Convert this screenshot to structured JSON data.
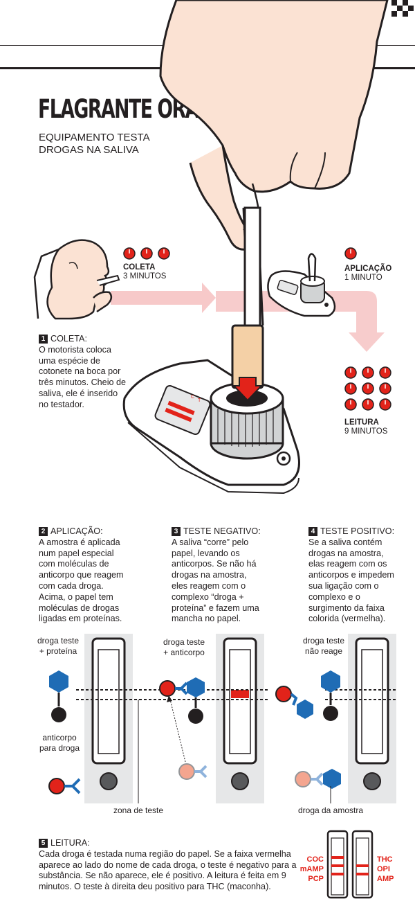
{
  "header": {
    "title": "FLAGRANTE ORAL",
    "subtitle_line1": "EQUIPAMENTO TESTA",
    "subtitle_line2": "DROGAS NA SALIVA"
  },
  "timers": {
    "coleta": {
      "label": "COLETA",
      "duration": "3 MINUTOS",
      "dots": 3
    },
    "aplicacao": {
      "label": "APLICAÇÃO",
      "duration": "1 MINUTO",
      "dots": 1
    },
    "leitura": {
      "label": "LEITURA",
      "duration": "9 MINUTOS",
      "dots": 9
    }
  },
  "steps": [
    {
      "number": "1",
      "heading": "COLETA:",
      "text": "O motorista coloca uma espécie de cotonete na boca por três minutos. Cheio de saliva, ele é inserido no testador."
    },
    {
      "number": "2",
      "heading": "APLICAÇÃO:",
      "text": "A amostra é aplicada num papel especial com moléculas de anticorpo que reagem com cada droga. Acima, o papel tem moléculas de drogas ligadas em proteínas."
    },
    {
      "number": "3",
      "heading": "TESTE NEGATIVO:",
      "text": "A saliva “corre” pelo papel, levando os anticorpos. Se não há drogas na amostra, eles reagem com o complexo “droga + proteína” e fazem uma mancha no papel."
    },
    {
      "number": "4",
      "heading": "TESTE POSITIVO:",
      "text": "Se a saliva contém drogas na amostra, elas reagem com os anticorpos e impedem sua ligação com o complexo e o surgimento da faixa colorida (vermelha)."
    },
    {
      "number": "5",
      "heading": "LEITURA:",
      "text": "Cada droga é testada numa região do papel. Se a faixa vermelha aparece ao lado do nome de cada droga, o teste é negativo para a substância. Se não aparece, ele é positivo. A leitura é feita em 9 minutos. O teste à direita deu positivo para THC (maconha)."
    }
  ],
  "diagram_labels": {
    "droga_teste_proteina": [
      "droga teste",
      "+ proteína"
    ],
    "anticorpo_para_droga": [
      "anticorpo",
      "para droga"
    ],
    "zona_de_teste": "zona de teste",
    "droga_teste_anticorpo": [
      "droga teste",
      "+ anticorpo"
    ],
    "droga_teste_nao_reage": [
      "droga teste",
      "não reage"
    ],
    "droga_da_amostra": "droga da amostra"
  },
  "device_marks": {
    "c_label": "C",
    "t_label": "T",
    "coc": "COC",
    "mamp": "mAMP",
    "pcp": "PCP",
    "thc": "THC",
    "opi": "OPI",
    "amp": "AMP"
  },
  "reading_left": [
    "COC",
    "mAMP",
    "PCP"
  ],
  "reading_right": [
    "THC",
    "OPI",
    "AMP"
  ],
  "colors": {
    "red": "#e2231a",
    "blue": "#1f6cb5",
    "pink_arrow": "#f7c9c9",
    "skin": "#fbe2d3",
    "salmon": "#f4a58f",
    "light_blue": "#8fb3dc",
    "gray_bg": "#e6e7e8"
  }
}
